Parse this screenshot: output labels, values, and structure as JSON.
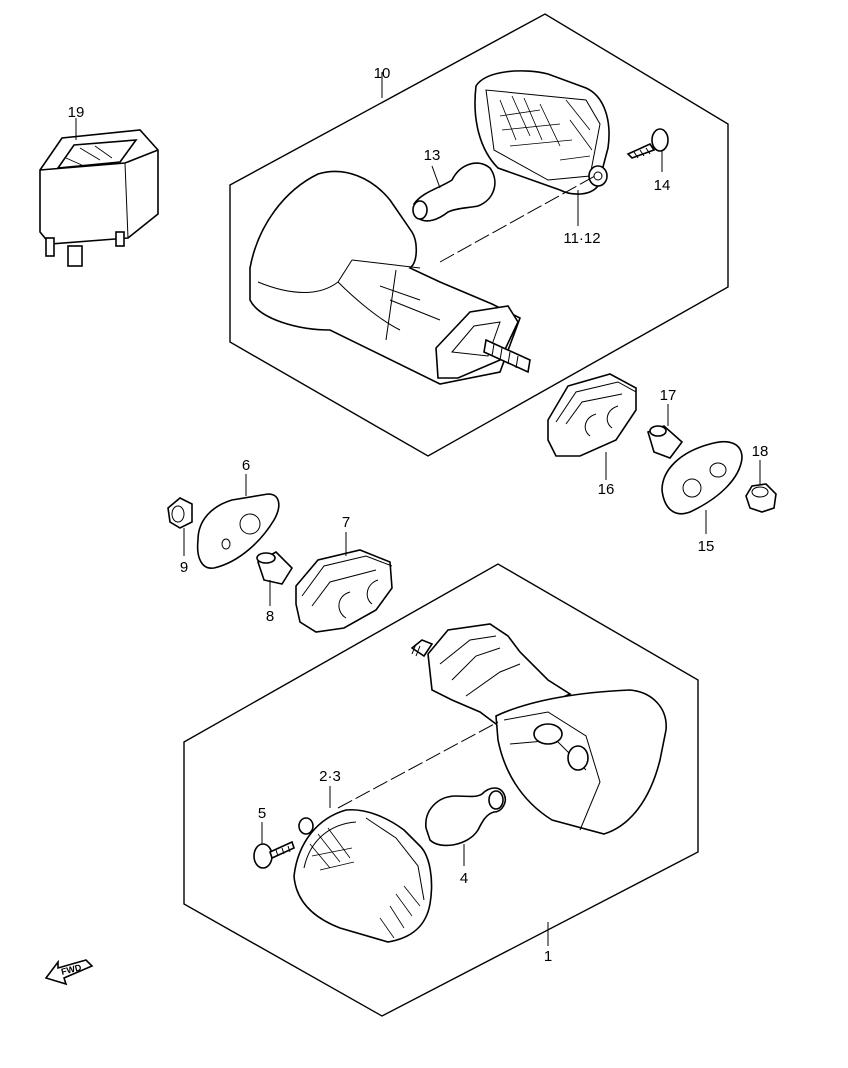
{
  "labels": {
    "l1": "1",
    "l23": "2·3",
    "l4": "4",
    "l5": "5",
    "l6": "6",
    "l7": "7",
    "l8": "8",
    "l9": "9",
    "l10": "10",
    "l1112": "11·12",
    "l13": "13",
    "l14": "14",
    "l15": "15",
    "l16": "16",
    "l17": "17",
    "l18": "18",
    "l19": "19"
  },
  "fwd_arrow": "FWD"
}
